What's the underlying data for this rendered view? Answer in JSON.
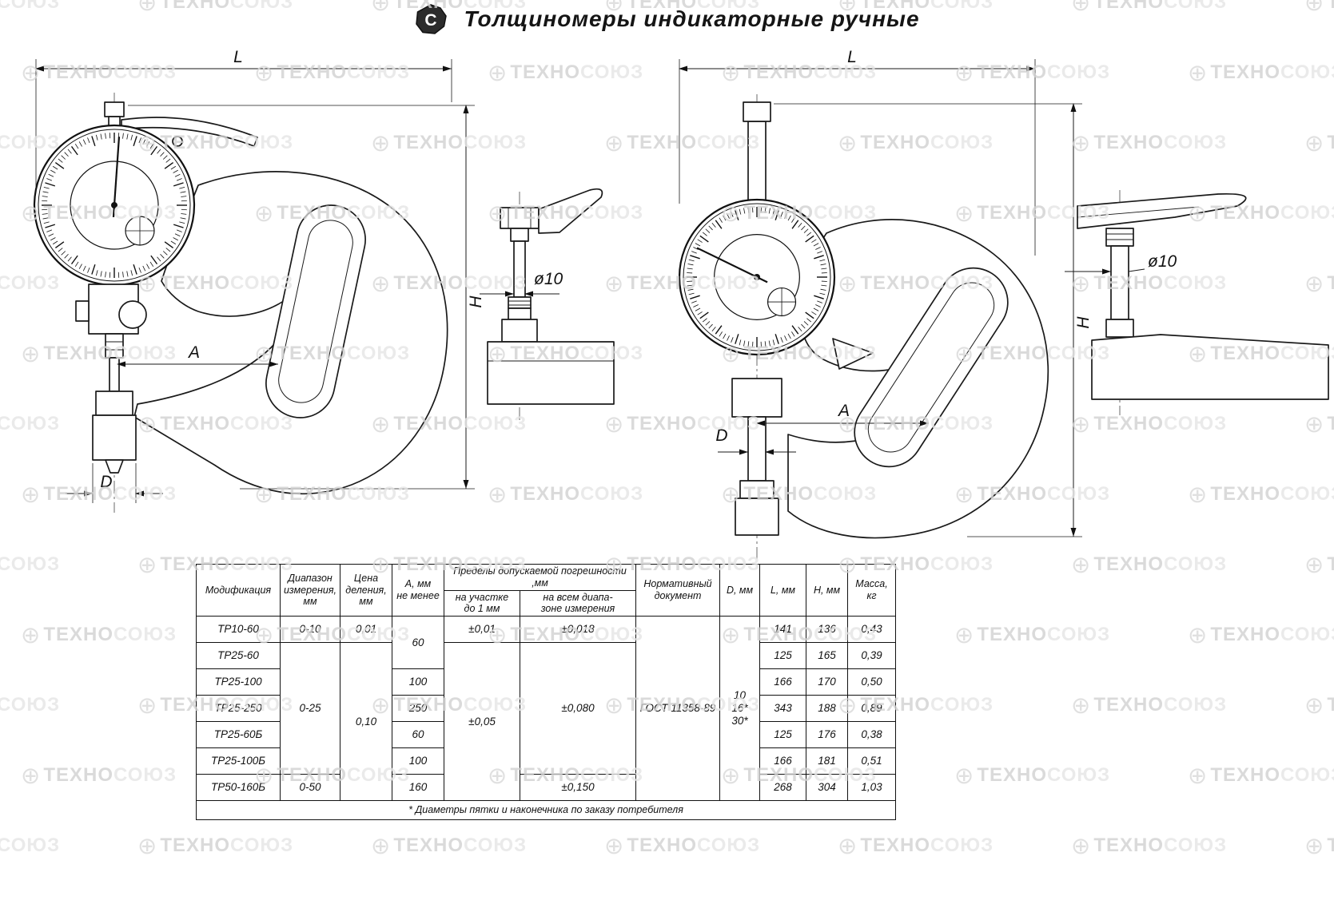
{
  "title": "Толщиномеры индикаторные ручные",
  "logo": {
    "letter": "С"
  },
  "watermark": {
    "part1": "ТЕХНО",
    "part2": "СОЮЗ",
    "globe": "⊕"
  },
  "drawings": {
    "left": {
      "dim_l": "L",
      "dim_h": "H",
      "dim_a": "A",
      "dim_d": "D",
      "detail_dia": "ø10"
    },
    "right": {
      "dim_l": "L",
      "dim_h": "H",
      "dim_a": "A",
      "dim_d": "D",
      "detail_dia": "ø10"
    }
  },
  "table": {
    "top_headers": [
      {
        "t": "Модификация",
        "rs": 2
      },
      {
        "t": "Диапазон\nизмерения,\nмм",
        "rs": 2
      },
      {
        "t": "Цена\nделения,\nмм",
        "rs": 2
      },
      {
        "t": "А, мм\nне менее",
        "rs": 2
      },
      {
        "t": "Пределы допускаемой погрешности ,мм",
        "cs": 2
      },
      {
        "t": "Нормативный\nдокумент",
        "rs": 2
      },
      {
        "t": "D, мм",
        "rs": 2
      },
      {
        "t": "L, мм",
        "rs": 2
      },
      {
        "t": "Н, мм",
        "rs": 2
      },
      {
        "t": "Масса,\nкг",
        "rs": 2
      }
    ],
    "sub_headers": [
      {
        "t": "на участке\nдо 1 мм"
      },
      {
        "t": "на всем диапа-\nзоне измерения"
      }
    ],
    "rows": [
      [
        {
          "t": "ТР10-60"
        },
        {
          "t": "0-10"
        },
        {
          "t": "0,01"
        },
        {
          "t": "60",
          "rs": 2
        },
        {
          "t": "±0,01"
        },
        {
          "t": "±0,018"
        },
        {
          "t": "ГОСТ 11358-89",
          "rs": 7
        },
        {
          "t": "10\n16*\n30*",
          "rs": 7
        },
        {
          "t": "141"
        },
        {
          "t": "136"
        },
        {
          "t": "0,43"
        }
      ],
      [
        {
          "t": "ТР25-60"
        },
        {
          "t": "0-25",
          "rs": 5
        },
        {
          "t": "0,10",
          "rs": 6
        },
        null,
        {
          "t": "±0,05",
          "rs": 6
        },
        {
          "t": "±0,080",
          "rs": 5
        },
        null,
        null,
        {
          "t": "125"
        },
        {
          "t": "165"
        },
        {
          "t": "0,39"
        }
      ],
      [
        {
          "t": "ТР25-100"
        },
        null,
        null,
        {
          "t": "100"
        },
        null,
        null,
        null,
        null,
        {
          "t": "166"
        },
        {
          "t": "170"
        },
        {
          "t": "0,50"
        }
      ],
      [
        {
          "t": "ТР25-250"
        },
        null,
        null,
        {
          "t": "250"
        },
        null,
        null,
        null,
        null,
        {
          "t": "343"
        },
        {
          "t": "188"
        },
        {
          "t": "0,89"
        }
      ],
      [
        {
          "t": "ТР25-60Б"
        },
        null,
        null,
        {
          "t": "60"
        },
        null,
        null,
        null,
        null,
        {
          "t": "125"
        },
        {
          "t": "176"
        },
        {
          "t": "0,38"
        }
      ],
      [
        {
          "t": "ТР25-100Б"
        },
        null,
        null,
        {
          "t": "100"
        },
        null,
        null,
        null,
        null,
        {
          "t": "166"
        },
        {
          "t": "181"
        },
        {
          "t": "0,51"
        }
      ],
      [
        {
          "t": "ТР50-160Б"
        },
        {
          "t": "0-50"
        },
        null,
        {
          "t": "160"
        },
        null,
        {
          "t": "±0,150"
        },
        null,
        null,
        {
          "t": "268"
        },
        {
          "t": "304"
        },
        {
          "t": "1,03"
        }
      ]
    ],
    "footnote": "* Диаметры пятки и наконечника по заказу потребителя"
  }
}
